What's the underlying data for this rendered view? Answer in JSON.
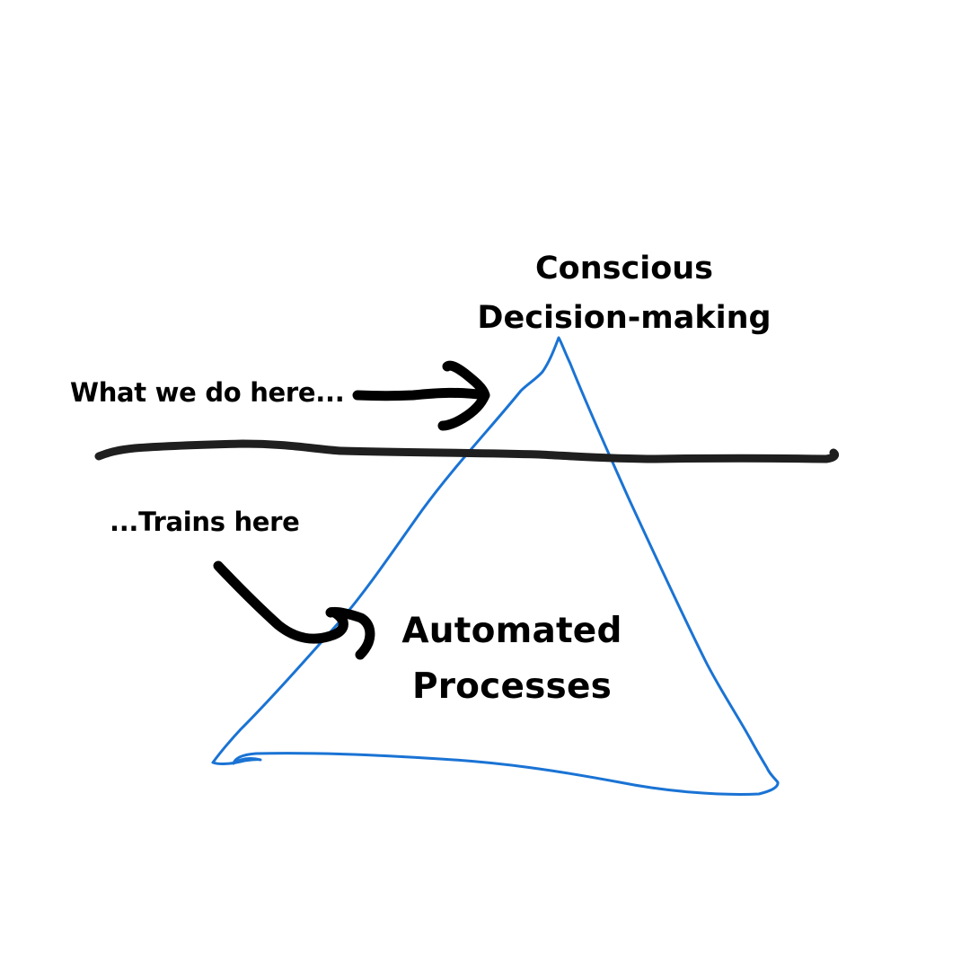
{
  "diagram": {
    "top_label_line1": "Conscious",
    "top_label_line2": "Decision-making",
    "left_upper_text": "What we do here...",
    "left_lower_text": "...Trains here",
    "bottom_label_line1": "Automated",
    "bottom_label_line2": "Processes"
  },
  "colors": {
    "background": "#ffffff",
    "triangle_stroke": "#1a73d4",
    "divider_stroke": "#1f1f1f",
    "arrow_stroke": "#000000",
    "text": "#000000"
  }
}
